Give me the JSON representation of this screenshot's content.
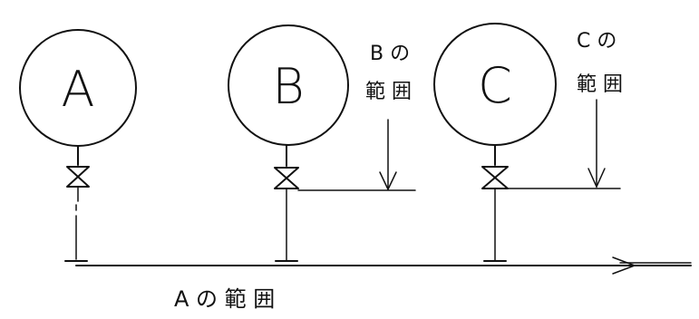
{
  "tanks": [
    {
      "label": "A"
    },
    {
      "label": "B"
    },
    {
      "label": "C"
    }
  ],
  "scope_labels": {
    "a": "A の 範 囲",
    "b_line1": "B の",
    "b_line2": "範 囲",
    "c_line1": "C の",
    "c_line2": "範 囲"
  }
}
